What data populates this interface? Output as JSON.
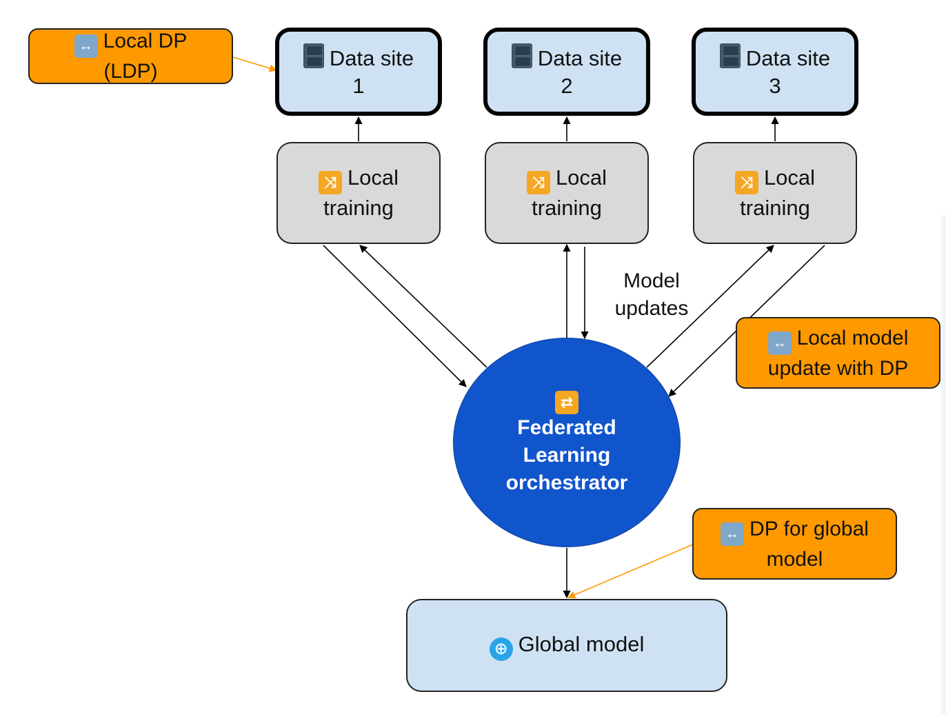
{
  "diagram": {
    "data_sites": [
      {
        "icon": "file-cabinet-icon",
        "line1": "Data site",
        "line2": "1"
      },
      {
        "icon": "file-cabinet-icon",
        "line1": "Data site",
        "line2": "2"
      },
      {
        "icon": "file-cabinet-icon",
        "line1": "Data site",
        "line2": "3"
      }
    ],
    "local_training": [
      {
        "icon": "shuffle-icon",
        "line1": "Local",
        "line2": "training"
      },
      {
        "icon": "shuffle-icon",
        "line1": "Local",
        "line2": "training"
      },
      {
        "icon": "shuffle-icon",
        "line1": "Local",
        "line2": "training"
      }
    ],
    "orchestrator": {
      "icon": "repeat-icon",
      "line1": "Federated",
      "line2": "Learning",
      "line3": "orchestrator"
    },
    "global_model": {
      "icon": "globe-icon",
      "label": "Global model"
    },
    "edge_label": {
      "line1": "Model",
      "line2": "updates"
    },
    "annotations": {
      "local_dp": {
        "icon": "left-right-arrow-icon",
        "line1": "Local DP",
        "line2": "(LDP)"
      },
      "local_model_update": {
        "icon": "left-right-arrow-icon",
        "line1": "Local model",
        "line2": "update with DP"
      },
      "dp_global": {
        "icon": "left-right-arrow-icon",
        "line1": "DP for global",
        "line2": "model"
      }
    },
    "glyphs": {
      "shuffle": "⤨",
      "repeat": "⇄",
      "left_right": "↔",
      "globe": "⊕"
    },
    "colors": {
      "data_site_fill": "#cfe2f3",
      "local_training_fill": "#d9d9d9",
      "orchestrator_fill": "#1155cc",
      "annotation_fill": "#ff9900",
      "annotation_arrow": "#ff9900",
      "edge": "#000000"
    }
  }
}
